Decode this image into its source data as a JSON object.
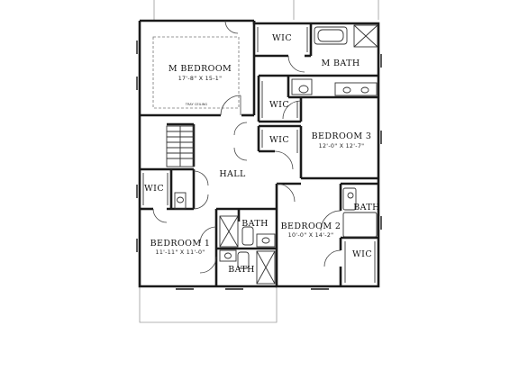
{
  "rooms": {
    "m_bedroom": {
      "name": "M  BEDROOM",
      "dims": "17'-8\" X 15-1\"",
      "note": "TRAY CEILING"
    },
    "m_bath": {
      "name": "M  BATH"
    },
    "bedroom3": {
      "name": "BEDROOM 3",
      "dims": "12'-0\" X 12'-7\""
    },
    "bedroom2": {
      "name": "BEDROOM 2",
      "dims": "10'-0\" X 14'-2\""
    },
    "bedroom1": {
      "name": "BEDROOM 1",
      "dims": "11'-11\" X 11'-0\""
    },
    "hall": {
      "name": "HALL"
    },
    "wic_top": {
      "name": "WIC"
    },
    "wic_mid": {
      "name": "WIC"
    },
    "wic_b3": {
      "name": "WIC"
    },
    "wic_b1": {
      "name": "WIC"
    },
    "wic_b2": {
      "name": "WIC"
    },
    "bath_b2": {
      "name": "BATH"
    },
    "bath_center_top": {
      "name": "BATH"
    },
    "bath_center_bottom": {
      "name": "BATH"
    }
  }
}
